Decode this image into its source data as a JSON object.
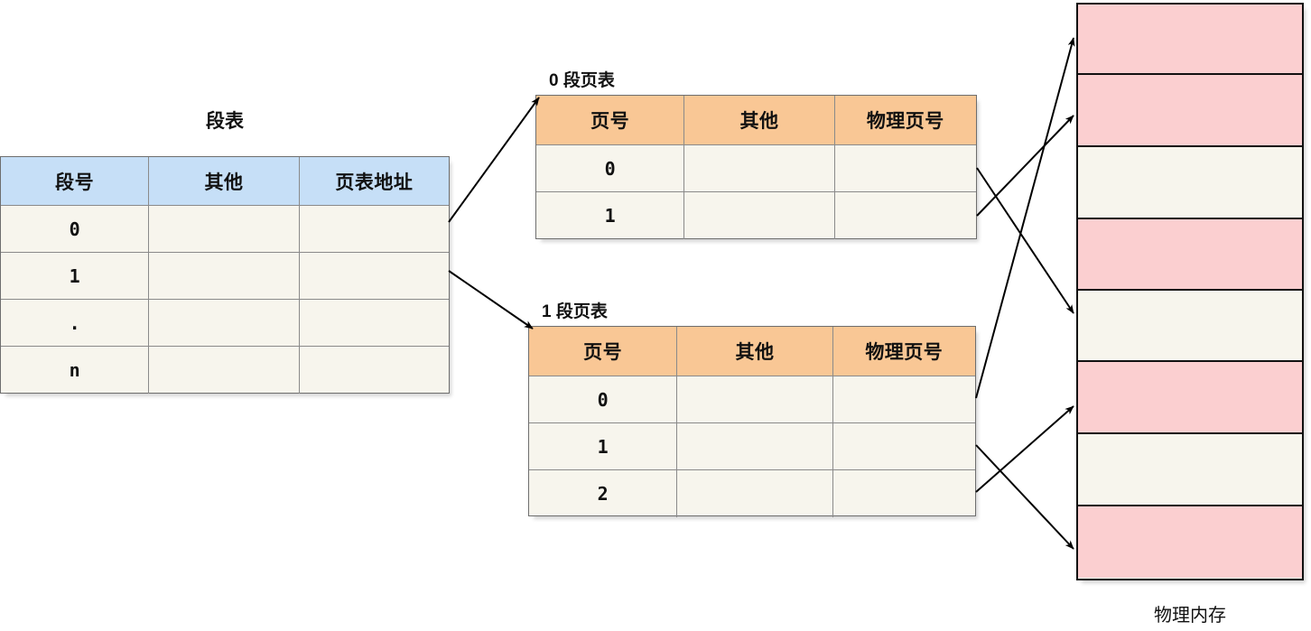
{
  "diagram": {
    "title_segment_table": "段表",
    "title_page_table_0": "0 段页表",
    "title_page_table_1": "1 段页表",
    "label_physical_memory": "物理内存"
  },
  "segment_table": {
    "name": "段表",
    "headers": [
      "段号",
      "其他",
      "页表地址"
    ],
    "rows": [
      [
        "0",
        "",
        ""
      ],
      [
        "1",
        "",
        ""
      ],
      [
        ".",
        "",
        ""
      ],
      [
        "n",
        "",
        ""
      ]
    ],
    "header_color": "#c6dff7",
    "body_color": "#f7f5ed"
  },
  "page_table_0": {
    "name": "0 段页表",
    "headers": [
      "页号",
      "其他",
      "物理页号"
    ],
    "rows": [
      [
        "0",
        "",
        ""
      ],
      [
        "1",
        "",
        ""
      ]
    ],
    "header_color": "#f9c795",
    "body_color": "#f7f5ed"
  },
  "page_table_1": {
    "name": "1 段页表",
    "headers": [
      "页号",
      "其他",
      "物理页号"
    ],
    "rows": [
      [
        "0",
        "",
        ""
      ],
      [
        "1",
        "",
        ""
      ],
      [
        "2",
        "",
        ""
      ]
    ],
    "header_color": "#f9c795",
    "body_color": "#f7f5ed"
  },
  "physical_memory": {
    "label": "物理内存",
    "used_color": "#fbcfd0",
    "free_color": "#f7f5ed",
    "blocks": [
      {
        "index": 0,
        "state": "used"
      },
      {
        "index": 1,
        "state": "used"
      },
      {
        "index": 2,
        "state": "free"
      },
      {
        "index": 3,
        "state": "used"
      },
      {
        "index": 4,
        "state": "free"
      },
      {
        "index": 5,
        "state": "used"
      },
      {
        "index": 6,
        "state": "free"
      },
      {
        "index": 7,
        "state": "used"
      }
    ]
  },
  "connections": [
    {
      "from": "segment-table-row-0",
      "to": "page-table-0"
    },
    {
      "from": "segment-table-row-1",
      "to": "page-table-1"
    },
    {
      "from": "page-table-0-row-0",
      "to": "memory-block-3"
    },
    {
      "from": "page-table-0-row-1",
      "to": "memory-block-1"
    },
    {
      "from": "page-table-1-row-0",
      "to": "memory-block-0"
    },
    {
      "from": "page-table-1-row-1",
      "to": "memory-block-7"
    },
    {
      "from": "page-table-1-row-2",
      "to": "memory-block-5"
    }
  ]
}
